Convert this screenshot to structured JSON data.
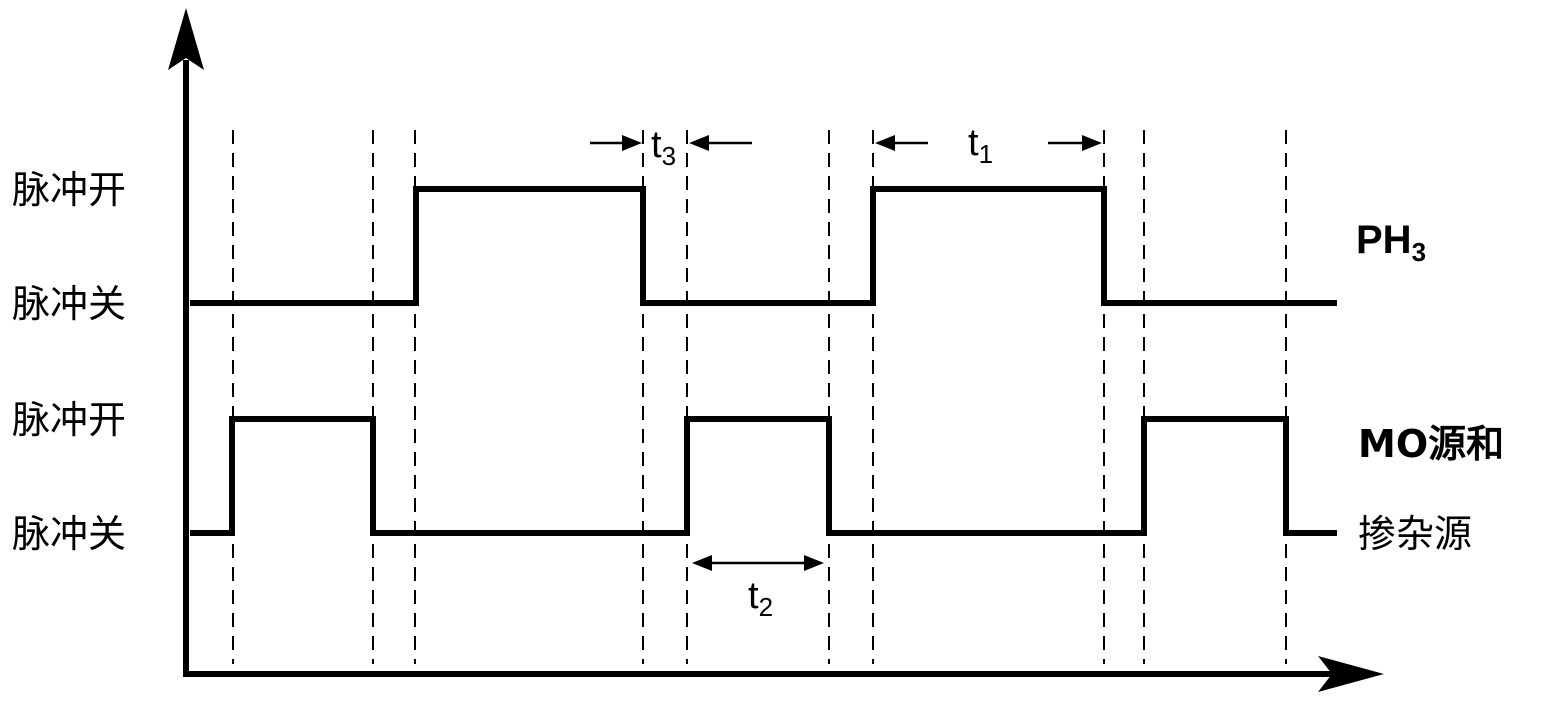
{
  "levels": {
    "signal1_on": "脉冲开",
    "signal1_off": "脉冲关",
    "signal2_on": "脉冲开",
    "signal2_off": "脉冲关"
  },
  "signals": {
    "ph3": {
      "base": "PH",
      "sub": "3"
    },
    "mo": {
      "line1": "MO源和",
      "line2": "掺杂源"
    }
  },
  "dimensions": {
    "t1": {
      "base": "t",
      "sub": "1"
    },
    "t2": {
      "base": "t",
      "sub": "2"
    },
    "t3": {
      "base": "t",
      "sub": "3"
    }
  }
}
